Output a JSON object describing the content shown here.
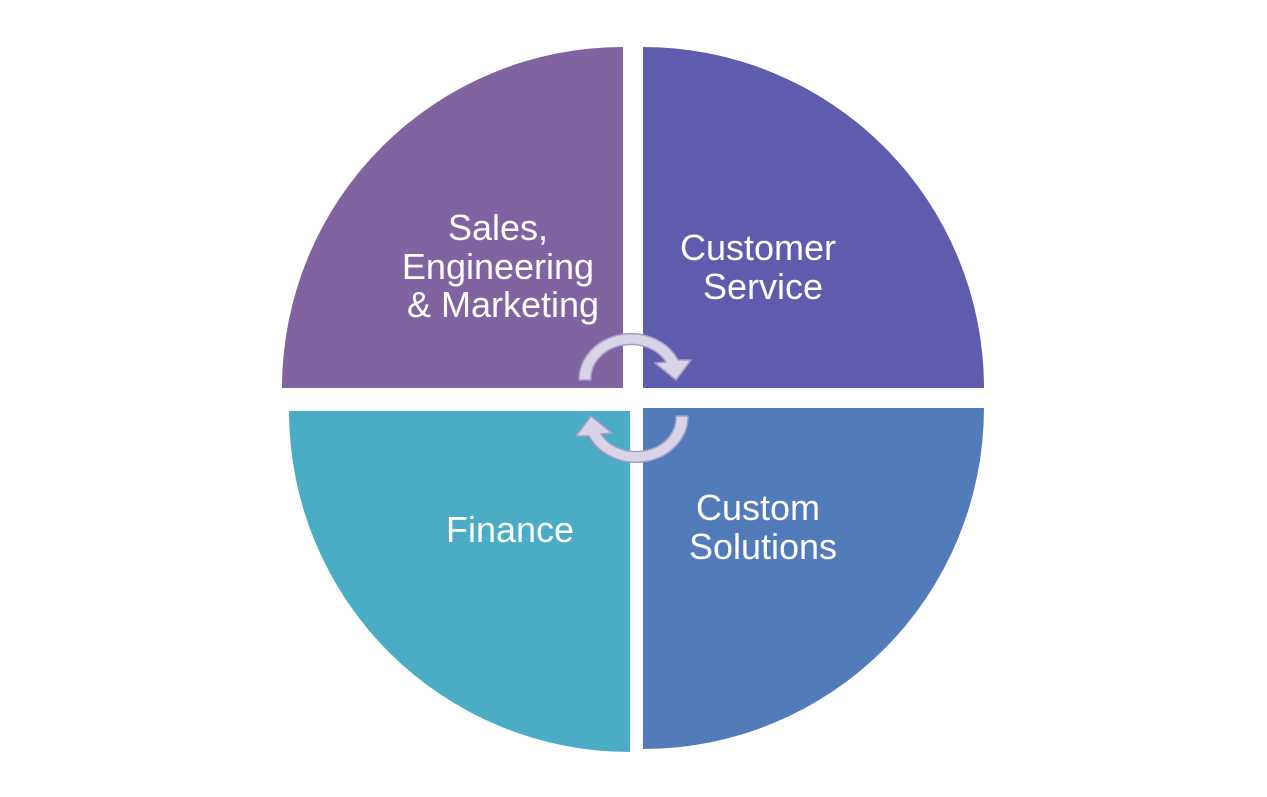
{
  "segments": [
    {
      "id": "sales-engineering-marketing",
      "lines": [
        "Sales,",
        "Engineering",
        "& Marketing"
      ],
      "color": "#8064A2"
    },
    {
      "id": "customer-service",
      "lines": [
        "Customer",
        "Service"
      ],
      "color": "#5F5BAD"
    },
    {
      "id": "custom-solutions",
      "lines": [
        "Custom",
        "Solutions"
      ],
      "color": "#527BBA"
    },
    {
      "id": "finance",
      "lines": [
        "Finance"
      ],
      "color": "#4BACC6"
    }
  ],
  "cycle_arrow_color": "#D9D3E8",
  "cycle_arrow_outline": "#A79CC4",
  "icons": [
    "cycle-arrow-top-icon",
    "cycle-arrow-bottom-icon"
  ]
}
